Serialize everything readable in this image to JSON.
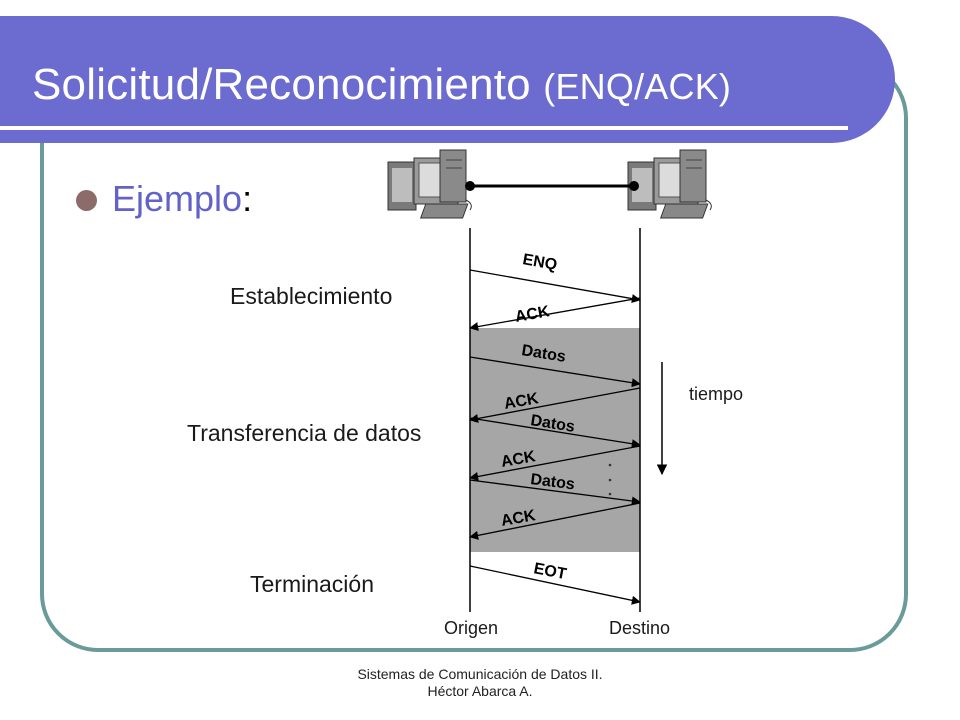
{
  "slide": {
    "title_main": "Solicitud/Reconocimiento",
    "title_paren": "(ENQ/ACK)",
    "bullet_label": "Ejemplo",
    "bullet_colon": ":"
  },
  "diagram": {
    "phases": {
      "establecimiento": "Establecimiento",
      "transferencia": "Transferencia de datos",
      "terminacion": "Terminación"
    },
    "endpoints": {
      "origin": "Origen",
      "destination": "Destino"
    },
    "time_label": "tiempo",
    "messages": {
      "enq": "ENQ",
      "ack_1": "ACK",
      "datos_1": "Datos",
      "ack_2": "ACK",
      "datos_2": "Datos",
      "ack_3": "ACK",
      "datos_3": "Datos",
      "ack_4": "ACK",
      "eot": "EOT"
    },
    "colors": {
      "shaded_region": "#a6a6a6",
      "title_bar": "#6b6bd0",
      "frame": "#6b9a9a"
    }
  },
  "footer": {
    "line1": "Sistemas de Comunicación de Datos II.",
    "line2": "Héctor Abarca A."
  }
}
